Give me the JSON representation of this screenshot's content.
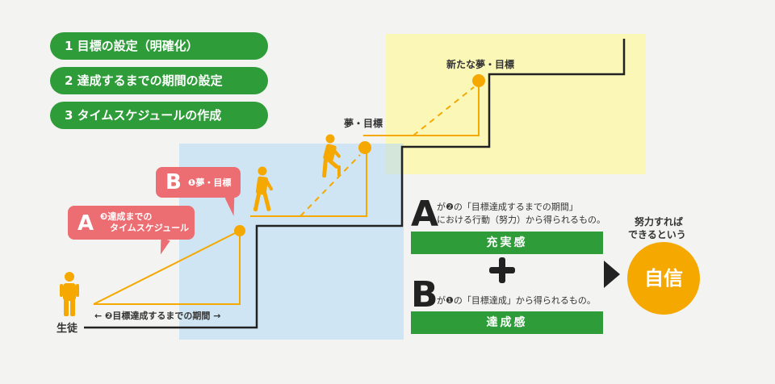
{
  "steps": [
    {
      "label": "1 目標の設定（明確化）"
    },
    {
      "label": "2 達成するまでの期間の設定"
    },
    {
      "label": "3 タイムスケジュールの作成"
    }
  ],
  "labels": {
    "new_goal": "新たな夢・目標",
    "goal": "夢・目標",
    "student": "生徒",
    "period": "← ❷目標達成するまでの期間 →",
    "effort_line1": "努力すれば",
    "effort_line2": "できるという"
  },
  "bubbles": {
    "b_letter": "B",
    "b_text": "❶夢・目標",
    "a_letter": "A",
    "a_text_line1": "❸達成までの",
    "a_text_line2": "タイムスケジュール"
  },
  "explain": {
    "a_letter": "A",
    "a_line1": "が❷の「目標達成するまでの期間」",
    "a_line2": "における行動（努力）から得られるもの。",
    "a_result": "充実感",
    "b_letter": "B",
    "b_line1": "が❶の「目標達成」から得られるもの。",
    "b_result": "達成感"
  },
  "result": "自信",
  "colors": {
    "green": "#2f9c3a",
    "orange": "#f5a800",
    "pink": "#ec6d72",
    "yellow_area": "#fbf7b7",
    "blue_area": "#b2d8f5"
  }
}
